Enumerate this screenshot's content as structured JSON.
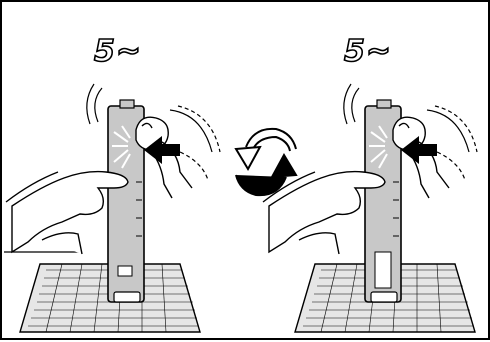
{
  "panels": [
    {
      "count_label": "5~",
      "cartridge": "front-side"
    },
    {
      "count_label": "5~",
      "cartridge": "back-side"
    }
  ],
  "icons": {
    "press": "arrow-left-icon",
    "rotate": "rotate-circular-arrows-icon"
  },
  "colors": {
    "line": "#000000",
    "fill": "#ffffff",
    "cartridge": "#c8c8c8",
    "pad": "#e6e6e6"
  }
}
